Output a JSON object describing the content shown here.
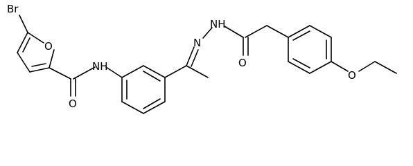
{
  "molecule": {
    "atoms": {
      "br": "Br",
      "furan_o": "O",
      "amide_nh": "NH",
      "amide_o": "O",
      "imine_n": "N",
      "hydrazide_nh": "NH",
      "carbonyl_o": "O",
      "ether_o": "O"
    }
  }
}
